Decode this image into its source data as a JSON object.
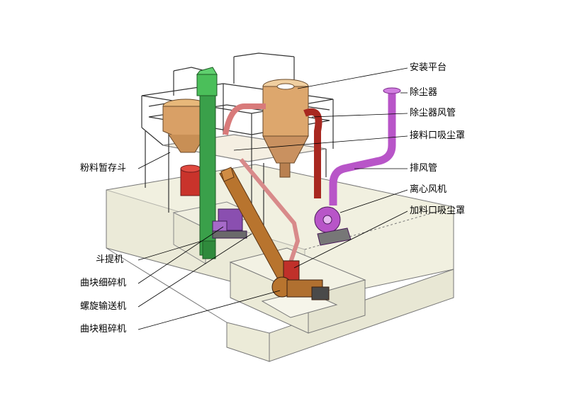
{
  "labels": {
    "platform": "安装平台",
    "dust_collector": "除尘器",
    "dust_duct": "除尘器风管",
    "receiving_hood": "接料口吸尘罩",
    "exhaust_pipe": "排风管",
    "centrifugal_fan": "离心风机",
    "feed_hood": "加料口吸尘罩",
    "powder_hopper": "粉料暂存斗",
    "bucket_elevator": "斗提机",
    "fine_crusher": "曲块细碎机",
    "screw_conveyor": "螺旋输送机",
    "coarse_crusher": "曲块粗碎机"
  },
  "colors": {
    "hopper": "#d9a066",
    "elevator": "#3aa04a",
    "duct_red": "#c0302a",
    "exhaust_purple": "#b855c8",
    "conveyor": "#b8742e",
    "crusher": "#8a4fb0",
    "pipe_pink": "#d88a8a",
    "base": "#efeedd"
  }
}
